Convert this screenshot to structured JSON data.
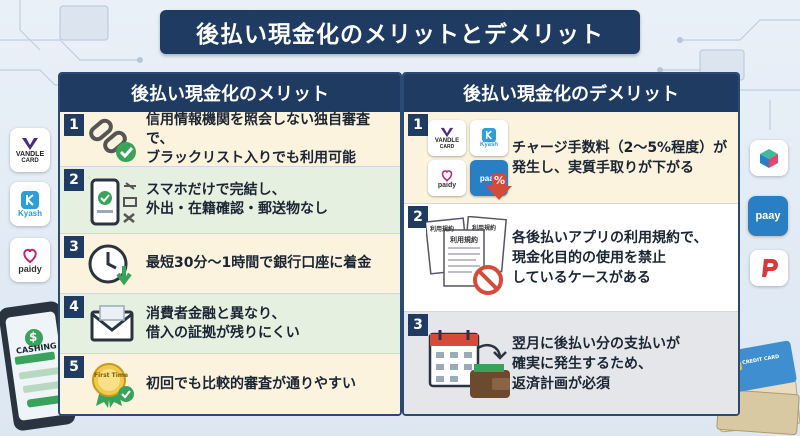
{
  "title": "後払い現金化のメリットとデメリット",
  "merits": {
    "header": "後払い現金化のメリット",
    "items": [
      {
        "num": "1",
        "line1": "信用情報機関を照会しない独自審査で、",
        "line2": "ブラックリスト入りでも利用可能",
        "icon": "chain-link-check-icon"
      },
      {
        "num": "2",
        "line1": "スマホだけで完結し、",
        "line2": "外出・在籍確認・郵送物なし",
        "icon": "smartphone-checklist-icon"
      },
      {
        "num": "3",
        "line1": "最短30分〜1時間で銀行口座に着金",
        "line2": "",
        "icon": "clock-arrow-icon"
      },
      {
        "num": "4",
        "line1": "消費者金融と異なり、",
        "line2": "借入の証拠が残りにくい",
        "icon": "envelope-icon"
      },
      {
        "num": "5",
        "line1": "初回でも比較的審査が通りやすい",
        "line2": "",
        "icon": "first-time-badge-icon"
      }
    ]
  },
  "demerits": {
    "header": "後払い現金化のデメリット",
    "items": [
      {
        "num": "1",
        "line1": "チャージ手数料（2〜5%程度）が",
        "line2": "発生し、実質手取りが下がる",
        "line3": "",
        "icon": "payment-apps-fee-icon"
      },
      {
        "num": "2",
        "line1": "各後払いアプリの利用規約で、",
        "line2": "現金化目的の使用を禁止",
        "line3": "しているケースがある",
        "icon": "terms-prohibited-icon"
      },
      {
        "num": "3",
        "line1": "翌月に後払い分の支払いが",
        "line2": "確実に発生するため、",
        "line3": "返済計画が必須",
        "icon": "calendar-wallet-icon"
      }
    ]
  },
  "labels": {
    "vandle_1": "VANDLE",
    "vandle_2": "CARD",
    "kyash": "Kyash",
    "paidy": "paidy",
    "paay": "paay",
    "percent": "%",
    "kiyaku_1": "利用規約",
    "kiyaku_2": "利用規約",
    "kiyaku_3": "利用規約",
    "cashing": "CASHING",
    "dollar": "$",
    "first_time": "First Time",
    "credit_card": "CREDIT CARD"
  },
  "colors": {
    "navy": "#1f3b62",
    "merit_odd": "#fbf3dd",
    "merit_even": "#e6f0e1",
    "demerit_odd": "#fbf3dd",
    "demerit_even": "#ffffff",
    "demerit_gray": "#e4e6ea",
    "check_green": "#3aa35b"
  }
}
